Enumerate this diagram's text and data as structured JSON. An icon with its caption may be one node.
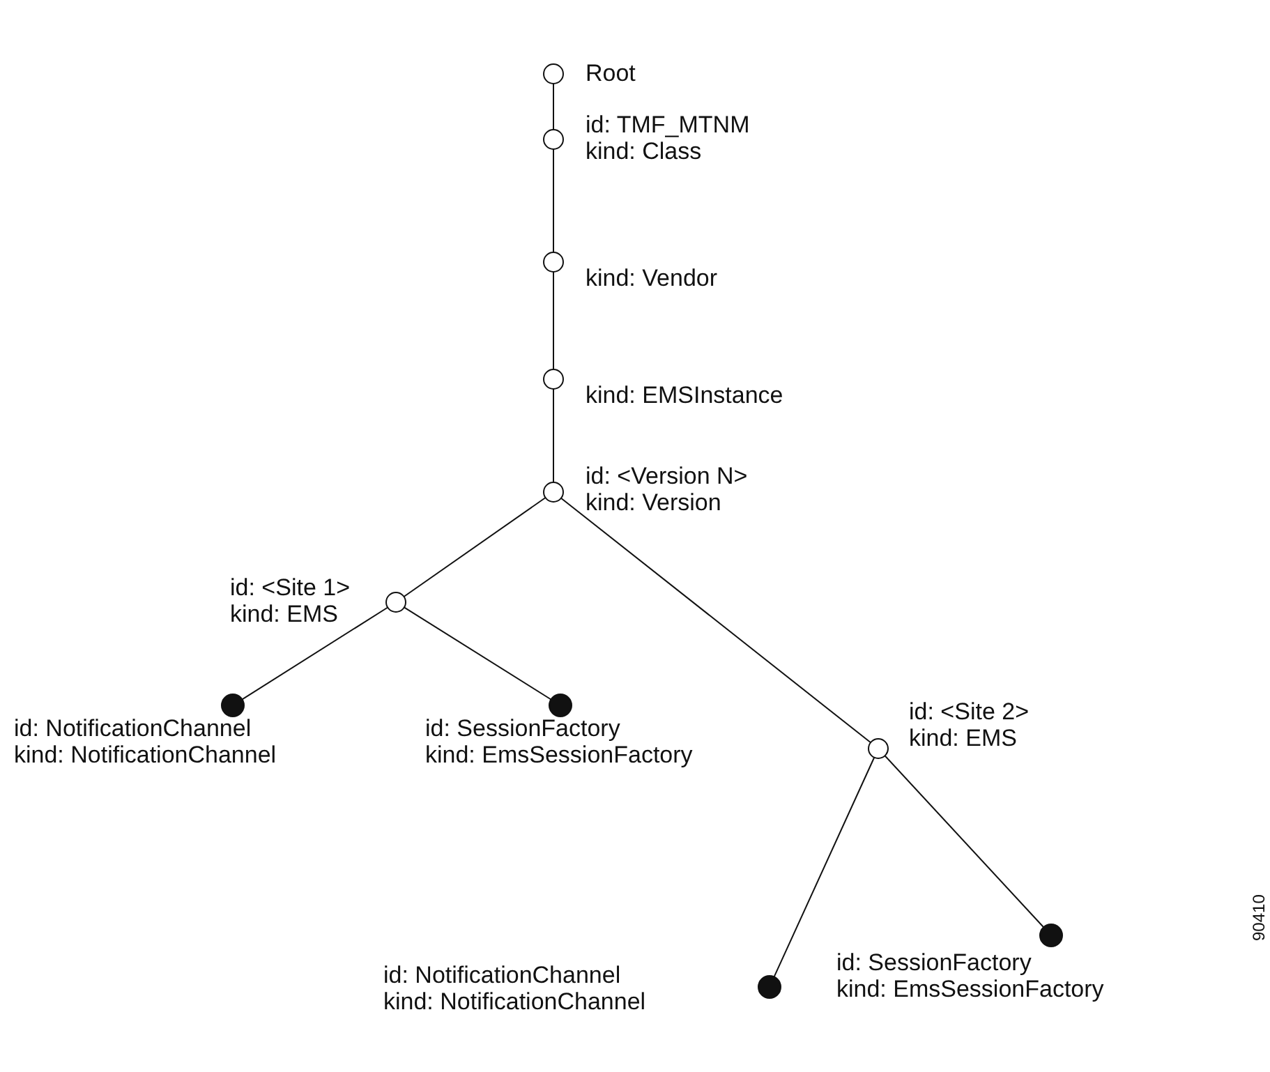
{
  "diagram": {
    "nodes": [
      {
        "text": [],
        "shape": "circle",
        "beside": [
          "Root"
        ]
      },
      {
        "text": [],
        "shape": "circle",
        "beside": [
          "id: TMF_MTNM",
          "kind: Class"
        ]
      },
      {
        "text": [],
        "shape": "circle",
        "beside": [
          "kind: Vendor"
        ]
      },
      {
        "text": [],
        "shape": "circle",
        "beside": [
          "kind: EMSInstance"
        ]
      },
      {
        "text": [],
        "shape": "circle",
        "beside": [
          "id: <Version N>",
          "kind: Version"
        ]
      },
      {
        "text": [],
        "shape": "circle",
        "beside": [
          "id: <Site 1>",
          "kind: EMS"
        ]
      },
      {
        "text": [],
        "shape": "dot",
        "beside": [
          "id: NotificationChannel",
          "kind: NotificationChannel"
        ]
      },
      {
        "text": [],
        "shape": "dot",
        "beside": [
          "id: SessionFactory",
          "kind: EmsSessionFactory"
        ]
      },
      {
        "text": [],
        "shape": "circle",
        "beside": [
          "id: <Site 2>",
          "kind: EMS"
        ]
      },
      {
        "text": [],
        "shape": "dot",
        "beside": [
          "id: NotificationChannel",
          "kind: NotificationChannel"
        ]
      },
      {
        "text": [],
        "shape": "dot",
        "beside": [
          "id: SessionFactory",
          "kind: EmsSessionFactory"
        ]
      }
    ],
    "edges": [
      {
        "from": 0,
        "to": 1,
        "arrow": "none"
      },
      {
        "from": 1,
        "to": 2,
        "arrow": "none"
      },
      {
        "from": 2,
        "to": 3,
        "arrow": "none"
      },
      {
        "from": 3,
        "to": 4,
        "arrow": "none"
      },
      {
        "from": 4,
        "to": 5,
        "arrow": "none"
      },
      {
        "from": 4,
        "to": 8,
        "arrow": "none"
      },
      {
        "from": 5,
        "to": 6,
        "arrow": "none"
      },
      {
        "from": 5,
        "to": 7,
        "arrow": "none"
      },
      {
        "from": 8,
        "to": 9,
        "arrow": "none"
      },
      {
        "from": 8,
        "to": 10,
        "arrow": "none"
      }
    ],
    "labels": [
      "90410"
    ]
  }
}
